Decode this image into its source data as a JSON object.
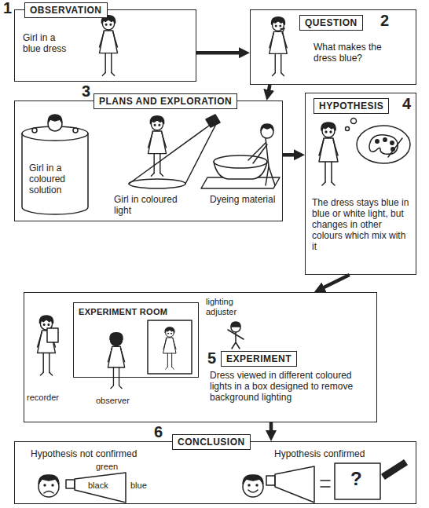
{
  "diagram": {
    "nodes": [
      {
        "text": [
          "OBSERVATION",
          "Girl in a blue dress"
        ]
      },
      {
        "text": [
          "QUESTION",
          "What makes the dress blue?"
        ]
      },
      {
        "text": [
          "PLANS AND EXPLORATION",
          "Girl in a coloured solution",
          "Girl in coloured light",
          "Dyeing material"
        ]
      },
      {
        "text": [
          "HYPOTHESIS",
          "The dress stays blue in blue or white light, but changes in other colours which mix with it"
        ]
      },
      {
        "text": [
          "EXPERIMENT",
          "Dress viewed in different coloured lights in a box designed to remove background lighting"
        ]
      },
      {
        "text": [
          "EXPERIMENT ROOM"
        ],
        "in": 4
      },
      {
        "text": [
          "CONCLUSION",
          "Hypothesis not confirmed",
          "Hypothesis confirmed"
        ]
      }
    ],
    "edges": [
      {
        "from": 0,
        "to": 1,
        "arrow": "to"
      },
      {
        "from": 1,
        "to": 2,
        "arrow": "to"
      },
      {
        "from": 2,
        "to": 3,
        "arrow": "to"
      },
      {
        "from": 3,
        "to": 4,
        "arrow": "to"
      },
      {
        "from": 4,
        "to": 6,
        "arrow": "to"
      }
    ],
    "labels": [
      "1",
      "2",
      "3",
      "4",
      "5",
      "6",
      "recorder",
      "observer",
      "lighting adjuster",
      "green",
      "blue",
      "black",
      "?"
    ]
  }
}
